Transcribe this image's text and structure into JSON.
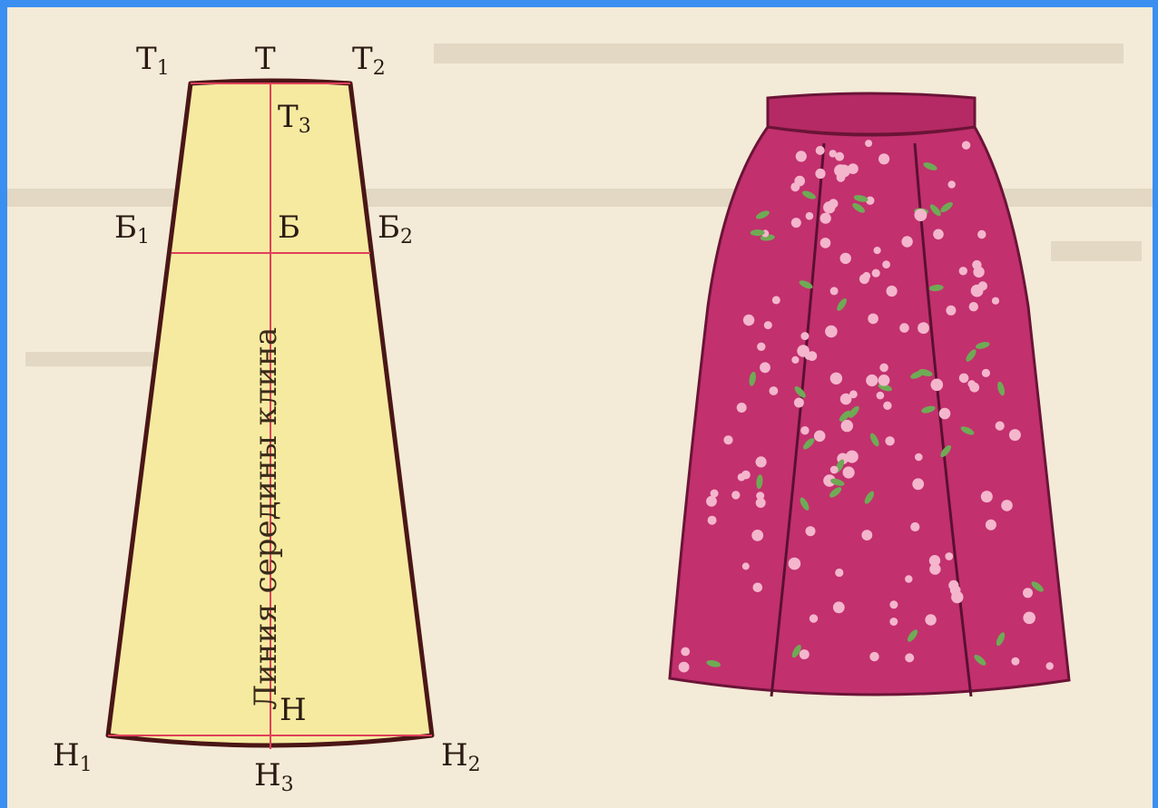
{
  "diagram": {
    "center_line_label": "Линия середины клина",
    "points": {
      "t1": {
        "base": "Т",
        "sub": "1"
      },
      "t": {
        "base": "Т",
        "sub": ""
      },
      "t2": {
        "base": "Т",
        "sub": "2"
      },
      "t3": {
        "base": "Т",
        "sub": "3"
      },
      "b1": {
        "base": "Б",
        "sub": "1"
      },
      "b": {
        "base": "Б",
        "sub": ""
      },
      "b2": {
        "base": "Б",
        "sub": "2"
      },
      "h": {
        "base": "Н",
        "sub": ""
      },
      "h1": {
        "base": "Н",
        "sub": "1"
      },
      "h2": {
        "base": "Н",
        "sub": "2"
      },
      "h3": {
        "base": "Н",
        "sub": "3"
      }
    }
  },
  "colors": {
    "border": "#3a8ff0",
    "background": "#f3ead7",
    "pattern_fill": "#f6eaa0",
    "pattern_outline": "#4a1616",
    "construction_line": "#e0405a",
    "skirt_fill": "#c2306e",
    "flower": "#f4b6cc",
    "leaf": "#6faa55"
  }
}
